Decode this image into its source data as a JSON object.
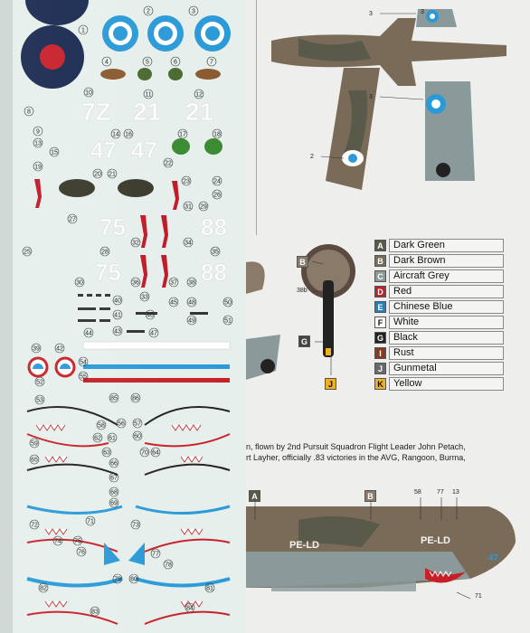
{
  "legend": [
    {
      "code": "A",
      "name": "Dark Green",
      "color": "#5a5a4a"
    },
    {
      "code": "B",
      "name": "Dark Brown",
      "color": "#7a6a58"
    },
    {
      "code": "C",
      "name": "Aircraft Grey",
      "color": "#8a9a9a"
    },
    {
      "code": "D",
      "name": "Red",
      "color": "#c0202a"
    },
    {
      "code": "E",
      "name": "Chinese Blue",
      "color": "#2080c0"
    },
    {
      "code": "F",
      "name": "White",
      "color": "#ffffff"
    },
    {
      "code": "G",
      "name": "Black",
      "color": "#222222"
    },
    {
      "code": "I",
      "name": "Rust",
      "color": "#8a3a20"
    },
    {
      "code": "J",
      "name": "Gunmetal",
      "color": "#6a6a6a"
    },
    {
      "code": "K",
      "name": "Yellow",
      "color": "#f0b020"
    }
  ],
  "caption": {
    "line1": "n, flown by 2nd Pursuit Squadron Flight Leader John Petach,",
    "line2": "rt Layher, officially  .83 victories in the AVG, Rangoon, Burma,"
  },
  "callouts": {
    "plan_a": "3",
    "plan_b": "3",
    "plan_c": "3",
    "plan_d": "2",
    "prop_b": "B",
    "prop_38b": "38b",
    "prop_g": "G",
    "prop_j": "J",
    "side_a": "A",
    "side_b": "B",
    "side_58": "58",
    "side_77": "77",
    "side_13": "13",
    "side_71": "71",
    "side_code1": "PE-LD",
    "side_code2": "PE-LD",
    "side_47": "47"
  },
  "decal_numbers": [
    "1",
    "2",
    "3",
    "4",
    "5",
    "6",
    "7",
    "8",
    "9",
    "10",
    "11",
    "12",
    "13",
    "14",
    "15",
    "16",
    "17",
    "18",
    "19",
    "20",
    "21",
    "22",
    "23",
    "24",
    "25",
    "26",
    "27",
    "28",
    "29",
    "30",
    "31",
    "32",
    "33",
    "34",
    "35",
    "36",
    "37",
    "38",
    "39",
    "40",
    "41",
    "42",
    "43",
    "44",
    "45",
    "46",
    "47",
    "48",
    "49",
    "50",
    "51",
    "52",
    "53",
    "54",
    "55",
    "56",
    "57",
    "58",
    "59",
    "60",
    "61",
    "62",
    "63",
    "64",
    "65",
    "66",
    "67",
    "68",
    "69",
    "70",
    "71",
    "72",
    "73",
    "74",
    "75",
    "76",
    "77",
    "78",
    "79",
    "80",
    "81",
    "82",
    "83",
    "84",
    "85",
    "86"
  ],
  "decal_codes": [
    "7Z",
    "21",
    "21",
    "47",
    "47",
    "75",
    "88",
    "75",
    "88"
  ],
  "colors": {
    "decal_sheet": "#e8f0ee",
    "instruction": "#f2f2f0",
    "blue": "#2a9ad8",
    "red": "#c82028",
    "navy": "#1a2a50"
  }
}
